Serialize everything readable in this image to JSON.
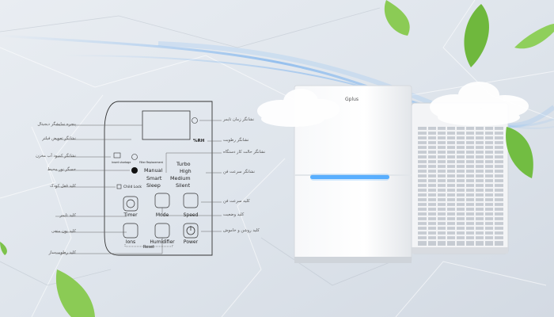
{
  "panel": {
    "rh_label": "%RH",
    "filter_label": "Filter\nReplacement",
    "water_label": "Insert\nshortage",
    "child_lock": "Child Lock",
    "modes": [
      "Manual",
      "Smart",
      "Sleep"
    ],
    "speeds": [
      "Turbo",
      "High",
      "Medium",
      "Silent"
    ],
    "buttons": {
      "timer": "Timer",
      "mode": "Mode",
      "speed": "Speed",
      "ions": "Ions",
      "humidifier": "Humidifier",
      "power": "Power",
      "reset": "Reset"
    }
  },
  "left_labels": [
    "پنجره نمایشگر دیجیتال",
    "نشانگر تعویض فیلتر",
    "نشانگر کمبود آب مخزن",
    "حسگر نور محیط",
    "کلید قفل کودک",
    "کلید تایمر",
    "کلید یون منفی",
    "کلید رطوبت‌ساز"
  ],
  "right_labels": [
    "نشانگر زمان تایمر",
    "نشانگر رطوبت",
    "نشانگر حالت کار دستگاه",
    "نشانگر سرعت فن",
    "کلید سرعت فن",
    "کلید وضعیت",
    "کلید روشن و خاموش"
  ],
  "device": {
    "brand": "Gplus"
  },
  "colors": {
    "panel_line": "#333333",
    "led_blue": "#3aa0ff",
    "leaf": "#7cc24a"
  }
}
